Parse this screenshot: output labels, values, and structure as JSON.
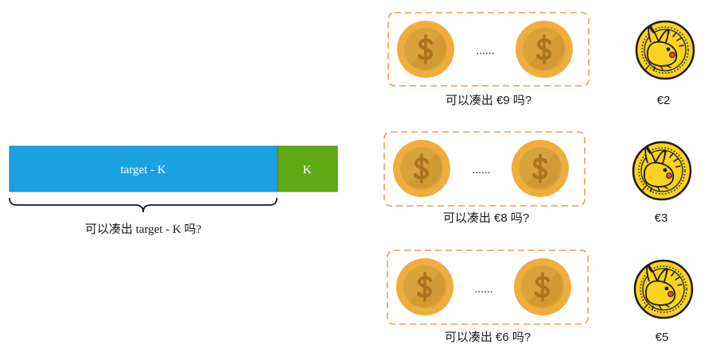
{
  "bar": {
    "remainder_label": "target - K",
    "k_label": "K",
    "question": "可以凑出 target - K 吗?",
    "remainder_color": "#1ba1e2",
    "k_color": "#60a917"
  },
  "rows": [
    {
      "question": "可以凑出 €9 吗?",
      "ellipsis": "......",
      "pika_coin_label": "€2"
    },
    {
      "question": "可以凑出 €8 吗?",
      "ellipsis": "......",
      "pika_coin_label": "€3"
    },
    {
      "question": "可以凑出 €6 吗?",
      "ellipsis": "......",
      "pika_coin_label": "€5"
    }
  ],
  "icons": {
    "gold_coin": "dollar-coin-icon",
    "pika_coin": "pikachu-coin-icon"
  },
  "colors": {
    "coin_outer": "#f0ad3d",
    "coin_inner": "#d9a33c",
    "coin_shadow": "#c8922e",
    "dollar": "#a9761f",
    "dash_box": "#f39b52",
    "pika_yellow": "#f9d31c",
    "pika_outline": "#1a1a1a",
    "pika_cheek": "#e8463b"
  }
}
